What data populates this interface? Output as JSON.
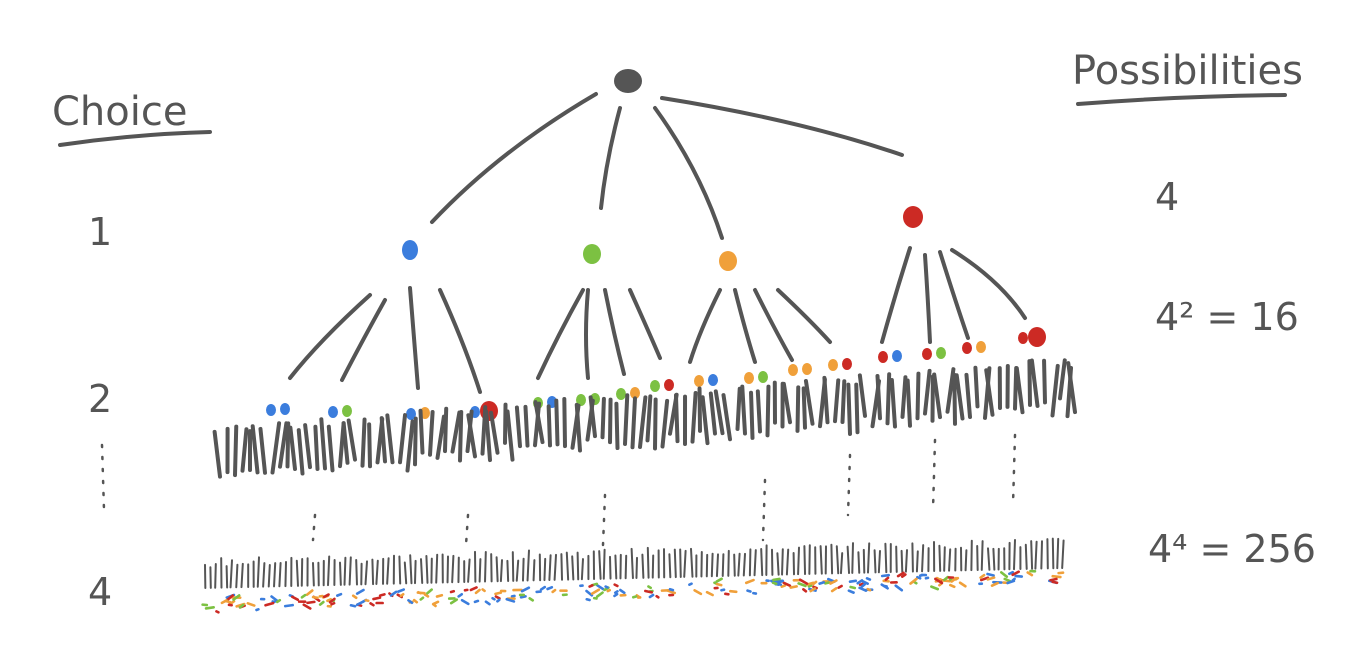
{
  "headings": {
    "left": "Choice",
    "right": "Possibilities"
  },
  "rows": [
    {
      "choice": "1",
      "possibilities": "4"
    },
    {
      "choice": "2",
      "possibilities": "4² = 16"
    },
    {
      "choice": "4",
      "possibilities": "4⁴ = 256"
    }
  ],
  "colors": {
    "root": "#555555",
    "blue": "#3b7ddd",
    "green": "#7cc142",
    "orange": "#f0a03a",
    "red": "#cc2a24"
  },
  "tree": {
    "level1_nodes": [
      "blue",
      "green",
      "orange",
      "red"
    ],
    "level2_pairs": [
      [
        "blue",
        "blue"
      ],
      [
        "blue",
        "green"
      ],
      [
        "blue",
        "orange"
      ],
      [
        "blue",
        "red"
      ],
      [
        "green",
        "blue"
      ],
      [
        "green",
        "green"
      ],
      [
        "green",
        "orange"
      ],
      [
        "green",
        "red"
      ],
      [
        "orange",
        "blue"
      ],
      [
        "orange",
        "green"
      ],
      [
        "orange",
        "orange"
      ],
      [
        "orange",
        "red"
      ],
      [
        "red",
        "blue"
      ],
      [
        "red",
        "green"
      ],
      [
        "red",
        "orange"
      ],
      [
        "red",
        "red"
      ]
    ]
  }
}
